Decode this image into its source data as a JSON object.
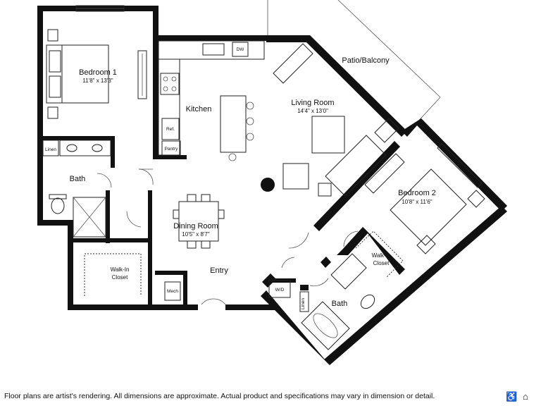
{
  "rooms": {
    "bedroom1": {
      "name": "Bedroom 1",
      "dim": "11'8\" x 13'3\""
    },
    "kitchen": {
      "name": "Kitchen"
    },
    "living": {
      "name": "Living Room",
      "dim": "14'4\" x 13'0\""
    },
    "patio": {
      "name": "Patio/Balcony"
    },
    "bath1": {
      "name": "Bath"
    },
    "dining": {
      "name": "Dining Room",
      "dim": "10'5\" x 8'7\""
    },
    "walkin1": {
      "line1": "Walk-In",
      "line2": "Closet"
    },
    "entry": {
      "name": "Entry"
    },
    "bedroom2": {
      "name": "Bedroom 2",
      "dim": "10'8\" x 11'6\""
    },
    "walkin2": {
      "line1": "Walk-In",
      "line2": "Closet"
    },
    "bath2": {
      "name": "Bath"
    }
  },
  "fixtures": {
    "dw": "DW",
    "ref": "Ref.",
    "pantry": "Pantry",
    "linen1": "Linen",
    "linen2": "Linen",
    "mech": "Mech",
    "wd": "W/D"
  },
  "footer": {
    "disclaimer": "Floor plans are artist's rendering. All dimensions are approximate. Actual product and specifications may vary in dimension or detail."
  },
  "icons": {
    "accessibility": "accessibility-icon",
    "equal_housing": "equal-housing-icon"
  }
}
